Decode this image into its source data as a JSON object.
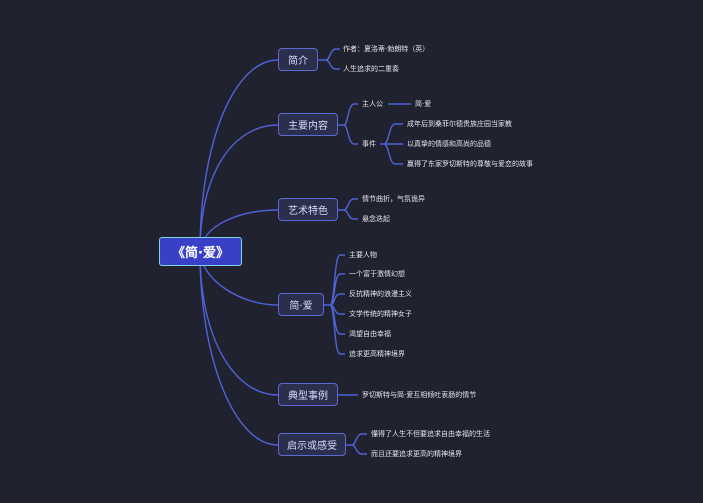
{
  "root": {
    "label": "《简·爱》"
  },
  "branches": {
    "intro": {
      "label": "简介",
      "items": [
        "作者：夏洛蒂·勃朗特（英）",
        "人生追求的二重奏"
      ]
    },
    "content": {
      "label": "主要内容",
      "protagonist_label": "主人公",
      "protagonist_value": "简·爱",
      "events_label": "事件",
      "events": [
        "成年后到桑菲尔德贵族庄园当家教",
        "以真挚的情感和高尚的品德",
        "赢得了东家罗切斯特的尊敬与爱恋的故事"
      ]
    },
    "art": {
      "label": "艺术特色",
      "items": [
        "情节曲折，气氛诡异",
        "悬念迭起"
      ]
    },
    "jane": {
      "label": "简·爱",
      "items": [
        "主要人物",
        "一个富于激情幻想",
        "反抗精神的浪漫主义",
        "文学传统的精神女子",
        "渴望自由幸福",
        "追求更高精神境界"
      ]
    },
    "example": {
      "label": "典型事例",
      "items": [
        "罗切斯特与简·爱互相倾吐衷肠的情节"
      ]
    },
    "insight": {
      "label": "启示或感受",
      "items": [
        "懂得了人生不但要追求自由幸福的生活",
        "而且还要追求更高的精神境界"
      ]
    }
  },
  "colors": {
    "line": "#4f63d8",
    "background": "#212230",
    "root_fill": "#3a3fc8",
    "root_border": "#7fd8e0"
  }
}
